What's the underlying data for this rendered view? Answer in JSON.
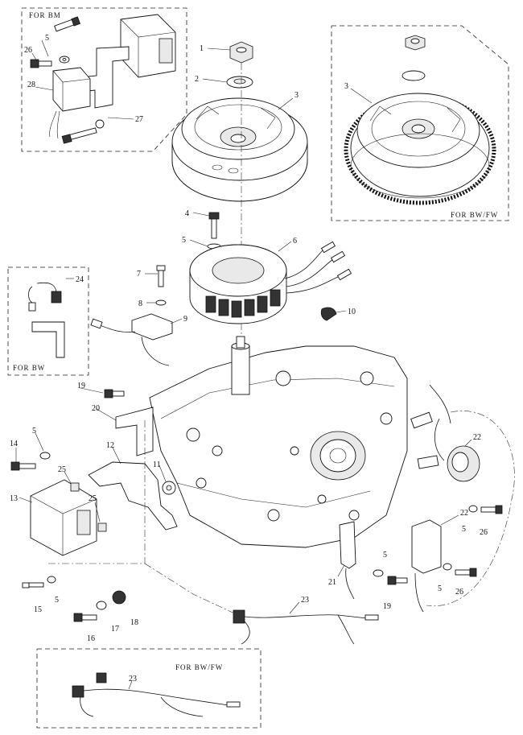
{
  "variant_boxes": {
    "top_left": "FOR  BM",
    "top_right": "FOR  BW/FW",
    "mid_left": "FOR  BW",
    "bottom": "FOR  BW/FW"
  },
  "callouts": {
    "c1": "1",
    "c2": "2",
    "c3": "3",
    "c3b": "3",
    "c4": "4",
    "c5a": "5",
    "c5b": "5",
    "c5c": "5",
    "c5d": "5",
    "c5e": "5",
    "c5f": "5",
    "c5g": "5",
    "c6": "6",
    "c7": "7",
    "c8": "8",
    "c9": "9",
    "c10": "10",
    "c11": "11",
    "c12": "12",
    "c13": "13",
    "c14": "14",
    "c15": "15",
    "c16": "16",
    "c17": "17",
    "c18": "18",
    "c19a": "19",
    "c19b": "19",
    "c20": "20",
    "c21": "21",
    "c22a": "22",
    "c22b": "22",
    "c23a": "23",
    "c23b": "23",
    "c24": "24",
    "c25a": "25",
    "c25b": "25",
    "c26a": "26",
    "c26b": "26",
    "c26c": "26",
    "c27": "27",
    "c28": "28"
  }
}
